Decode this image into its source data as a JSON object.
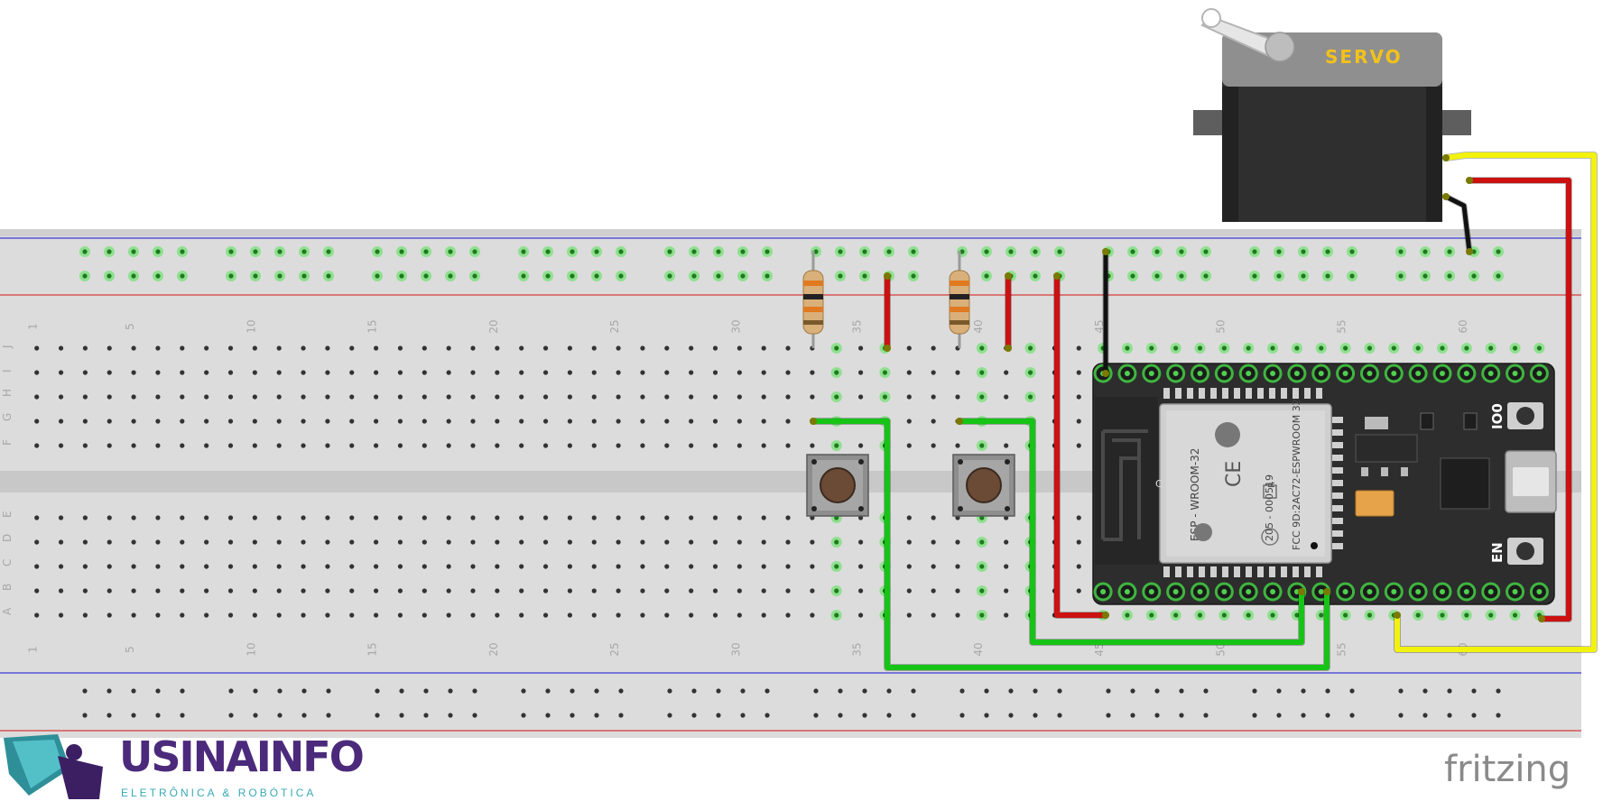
{
  "breadboard": {
    "column_labels": [
      "1",
      "5",
      "10",
      "15",
      "20",
      "25",
      "30",
      "35",
      "40",
      "45",
      "50",
      "55",
      "60"
    ],
    "top_row_labels": [
      "J",
      "I",
      "H",
      "G",
      "F"
    ],
    "bottom_row_labels": [
      "E",
      "D",
      "C",
      "B",
      "A"
    ]
  },
  "servo": {
    "label": "SERVO"
  },
  "esp32": {
    "module_lines": [
      "ESP - WROOM-32",
      "205 - 000519",
      "FCC 9D:2AC72-ESPWROOM 32"
    ],
    "button_boot": "IO0",
    "button_en": "EN",
    "ce_mark": "CE",
    "c_mark": "C",
    "r_mark": "R"
  },
  "brand": {
    "name": "USINAINFO",
    "tagline": "ELETRÔNICA & ROBÓTICA"
  },
  "watermark": "fritzing",
  "colors": {
    "wire_red": "#cc1111",
    "wire_green": "#16c416",
    "wire_yellow": "#f2f20c",
    "wire_black": "#111111",
    "brand_purple": "#4b2a7b",
    "brand_teal": "#3aa9b3"
  }
}
